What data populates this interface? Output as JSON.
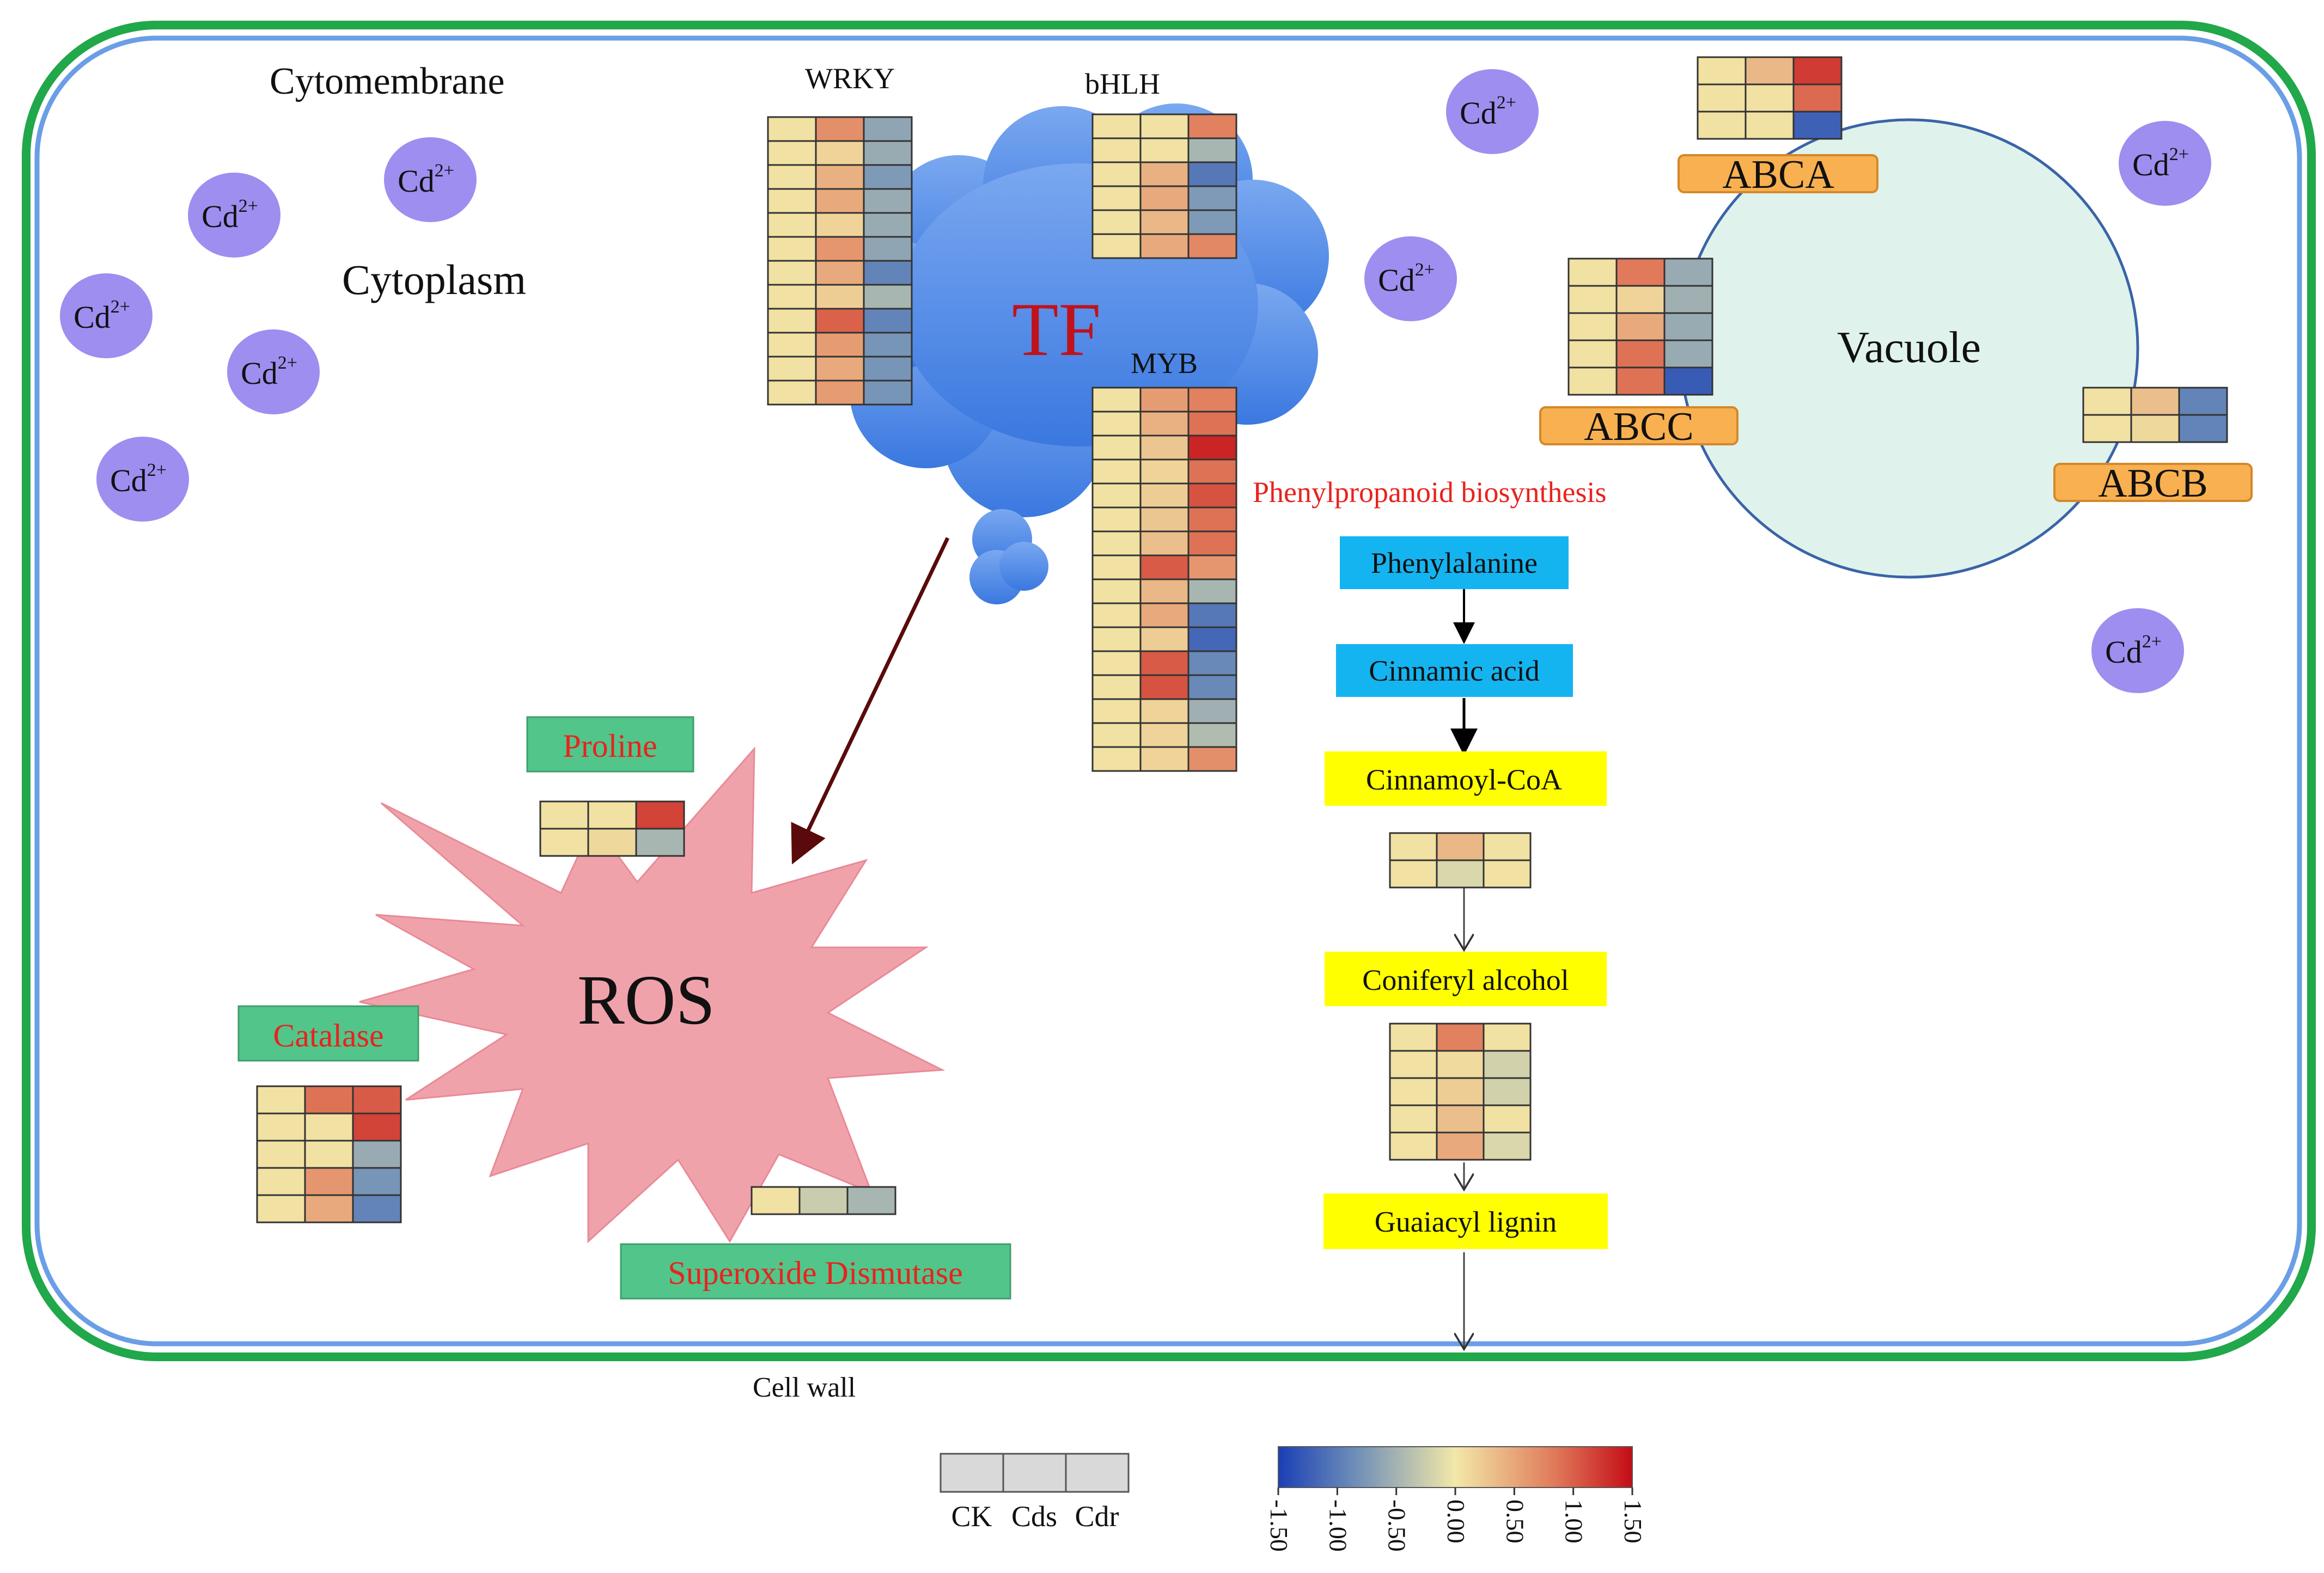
{
  "labels": {
    "cytomembrane": "Cytomembrane",
    "cytoplasm": "Cytoplasm",
    "cell_wall": "Cell wall",
    "vacuole": "Vacuole",
    "tf": "TF",
    "ros": "ROS",
    "pathway_title": "Phenylpropanoid biosynthesis"
  },
  "cd_ion": {
    "base": "Cd",
    "sup": "2+"
  },
  "tf_families": {
    "wrky": "WRKY",
    "bhlh": "bHLH",
    "myb": "MYB"
  },
  "transporters": {
    "abca": "ABCA",
    "abcc": "ABCC",
    "abcb": "ABCB"
  },
  "ros_enzymes": {
    "proline": "Proline",
    "catalase": "Catalase",
    "sod": "Superoxide Dismutase"
  },
  "pathway_steps": [
    {
      "label": "Phenylalanine",
      "color": "#14b4f0"
    },
    {
      "label": "Cinnamic acid",
      "color": "#14b4f0"
    },
    {
      "label": "Cinnamoyl-CoA",
      "color": "#ffff00"
    },
    {
      "label": "Coniferyl alcohol",
      "color": "#ffff00"
    },
    {
      "label": "Guaiacyl lignin",
      "color": "#ffff00"
    }
  ],
  "legend": {
    "samples": [
      "CK",
      "Cds",
      "Cdr"
    ],
    "scale_ticks": [
      "-1.50",
      "-1.00",
      "-0.50",
      "0.00",
      "0.50",
      "1.00",
      "1.50"
    ],
    "scale_range": [
      -1.5,
      1.5
    ]
  },
  "heatmaps": {
    "wrky": [
      [
        0.05,
        0.65,
        -0.6
      ],
      [
        0.05,
        0.15,
        -0.55
      ],
      [
        0.05,
        0.4,
        -0.7
      ],
      [
        0.05,
        0.45,
        -0.55
      ],
      [
        0.05,
        0.15,
        -0.55
      ],
      [
        0.05,
        0.6,
        -0.6
      ],
      [
        0.05,
        0.45,
        -0.9
      ],
      [
        0.05,
        0.2,
        -0.45
      ],
      [
        0.05,
        0.95,
        -0.9
      ],
      [
        0.05,
        0.55,
        -0.75
      ],
      [
        0.05,
        0.45,
        -0.75
      ],
      [
        0.05,
        0.55,
        -0.75
      ]
    ],
    "bhlh": [
      [
        0.05,
        0.05,
        0.75
      ],
      [
        0.05,
        0.05,
        -0.45
      ],
      [
        0.05,
        0.4,
        -1.0
      ],
      [
        0.05,
        0.45,
        -0.7
      ],
      [
        0.05,
        0.35,
        -0.7
      ],
      [
        0.05,
        0.45,
        0.7
      ]
    ],
    "myb": [
      [
        0.05,
        0.55,
        0.75
      ],
      [
        0.05,
        0.4,
        0.85
      ],
      [
        0.05,
        0.25,
        1.35
      ],
      [
        0.05,
        0.15,
        0.85
      ],
      [
        0.05,
        0.2,
        1.05
      ],
      [
        0.05,
        0.25,
        0.85
      ],
      [
        0.05,
        0.3,
        0.85
      ],
      [
        0.05,
        1.0,
        0.6
      ],
      [
        0.05,
        0.35,
        -0.45
      ],
      [
        0.05,
        0.45,
        -1.0
      ],
      [
        0.05,
        0.2,
        -1.15
      ],
      [
        0.05,
        1.0,
        -0.85
      ],
      [
        0.05,
        1.05,
        -0.85
      ],
      [
        0.05,
        0.15,
        -0.5
      ],
      [
        0.05,
        0.15,
        -0.4
      ],
      [
        0.05,
        0.15,
        0.65
      ]
    ],
    "abca": [
      [
        0.05,
        0.35,
        1.2
      ],
      [
        0.05,
        0.05,
        0.9
      ],
      [
        0.05,
        0.05,
        -1.2
      ]
    ],
    "abcc": [
      [
        0.05,
        0.8,
        -0.55
      ],
      [
        0.05,
        0.15,
        -0.5
      ],
      [
        0.05,
        0.45,
        -0.55
      ],
      [
        0.05,
        0.85,
        -0.55
      ],
      [
        0.05,
        0.85,
        -1.25
      ]
    ],
    "abcb": [
      [
        0.05,
        0.3,
        -0.9
      ],
      [
        0.05,
        0.12,
        -0.9
      ]
    ],
    "proline": [
      [
        0.05,
        0.05,
        1.15
      ],
      [
        0.05,
        0.12,
        -0.45
      ]
    ],
    "catalase": [
      [
        0.05,
        0.85,
        1.0
      ],
      [
        0.05,
        0.05,
        1.15
      ],
      [
        0.05,
        0.05,
        -0.55
      ],
      [
        0.05,
        0.6,
        -0.75
      ],
      [
        0.05,
        0.45,
        -0.9
      ]
    ],
    "sod": [
      [
        0.05,
        -0.25,
        -0.45
      ]
    ],
    "cinnamoyl": [
      [
        0.05,
        0.35,
        0.05
      ],
      [
        0.05,
        -0.15,
        0.05
      ]
    ],
    "coniferyl": [
      [
        0.05,
        0.75,
        0.05
      ],
      [
        0.05,
        0.1,
        -0.2
      ],
      [
        0.05,
        0.2,
        -0.2
      ],
      [
        0.05,
        0.3,
        0.05
      ],
      [
        0.05,
        0.45,
        -0.15
      ]
    ]
  },
  "colors": {
    "cell_wall": "#20a84a",
    "membrane": "#6a9ee6",
    "cd_ion": "#9d8ef0",
    "tf_cloud_top": "#7aa8f0",
    "tf_cloud_bottom": "#3a78e0",
    "tf_text": "#c0121b",
    "ros_fill": "#f0a2ab",
    "ros_stroke": "#e88a96",
    "enzyme_box": "#52c58a",
    "enzyme_text": "#e8231e",
    "transporter_box": "#f8b050",
    "vacuole_fill": "#dff3ec",
    "vacuole_stroke": "#3a64a8",
    "pathway_title": "#e8231e",
    "tf_arrow": "#5a0a0a"
  }
}
